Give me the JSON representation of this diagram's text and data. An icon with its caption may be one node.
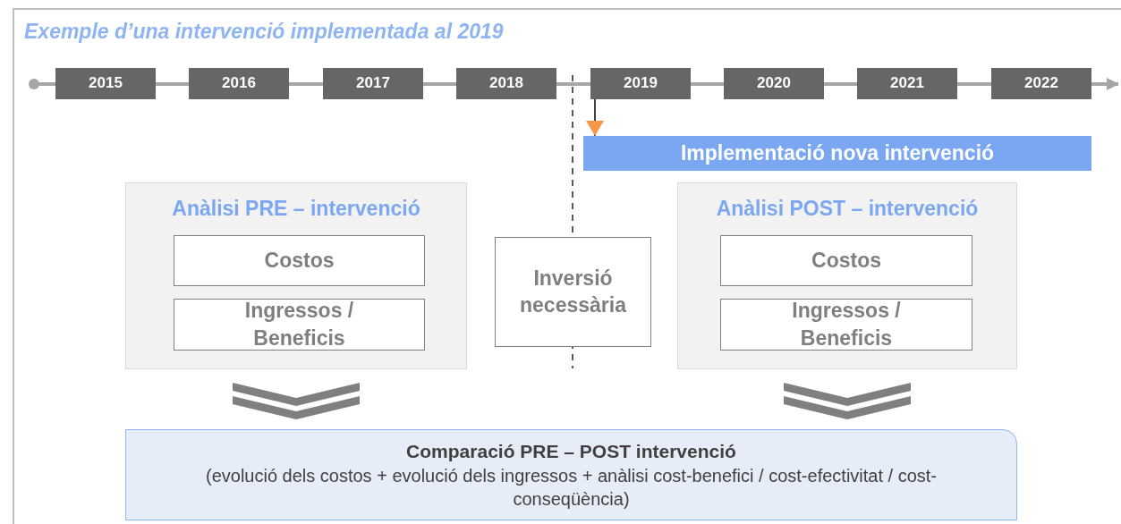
{
  "diagram": {
    "title": "Exemple d’una intervenció implementada al 2019",
    "nodes": [
      {
        "text": [
          "2015"
        ]
      },
      {
        "text": [
          "2016"
        ]
      },
      {
        "text": [
          "2017"
        ]
      },
      {
        "text": [
          "2018"
        ]
      },
      {
        "text": [
          "2019"
        ]
      },
      {
        "text": [
          "2020"
        ]
      },
      {
        "text": [
          "2021"
        ]
      },
      {
        "text": [
          "2022"
        ]
      },
      {
        "text": [
          "Implementació nova intervenció"
        ]
      },
      {
        "text": [
          "Anàlisi PRE – intervenció"
        ]
      },
      {
        "text": [
          "Costos"
        ],
        "in": 9
      },
      {
        "text": [
          "Ingressos / Beneficis"
        ],
        "in": 9
      },
      {
        "text": [
          "Inversió necessària"
        ]
      },
      {
        "text": [
          "Anàlisi POST – intervenció"
        ]
      },
      {
        "text": [
          "Costos"
        ],
        "in": 13
      },
      {
        "text": [
          "Ingressos / Beneficis"
        ],
        "in": 13
      },
      {
        "text": [
          "Comparació PRE – POST intervenció",
          "(evolució dels costos + evolució dels ingressos + anàlisi cost-benefici / cost-efectivitat / cost-conseqüència)"
        ]
      }
    ],
    "edges": [
      {
        "from": 4,
        "to": 8,
        "arrow": "to",
        "color": "#000000"
      },
      {
        "from": 9,
        "to": 16,
        "arrow": "to"
      },
      {
        "from": 13,
        "to": 16,
        "arrow": "to"
      }
    ]
  }
}
